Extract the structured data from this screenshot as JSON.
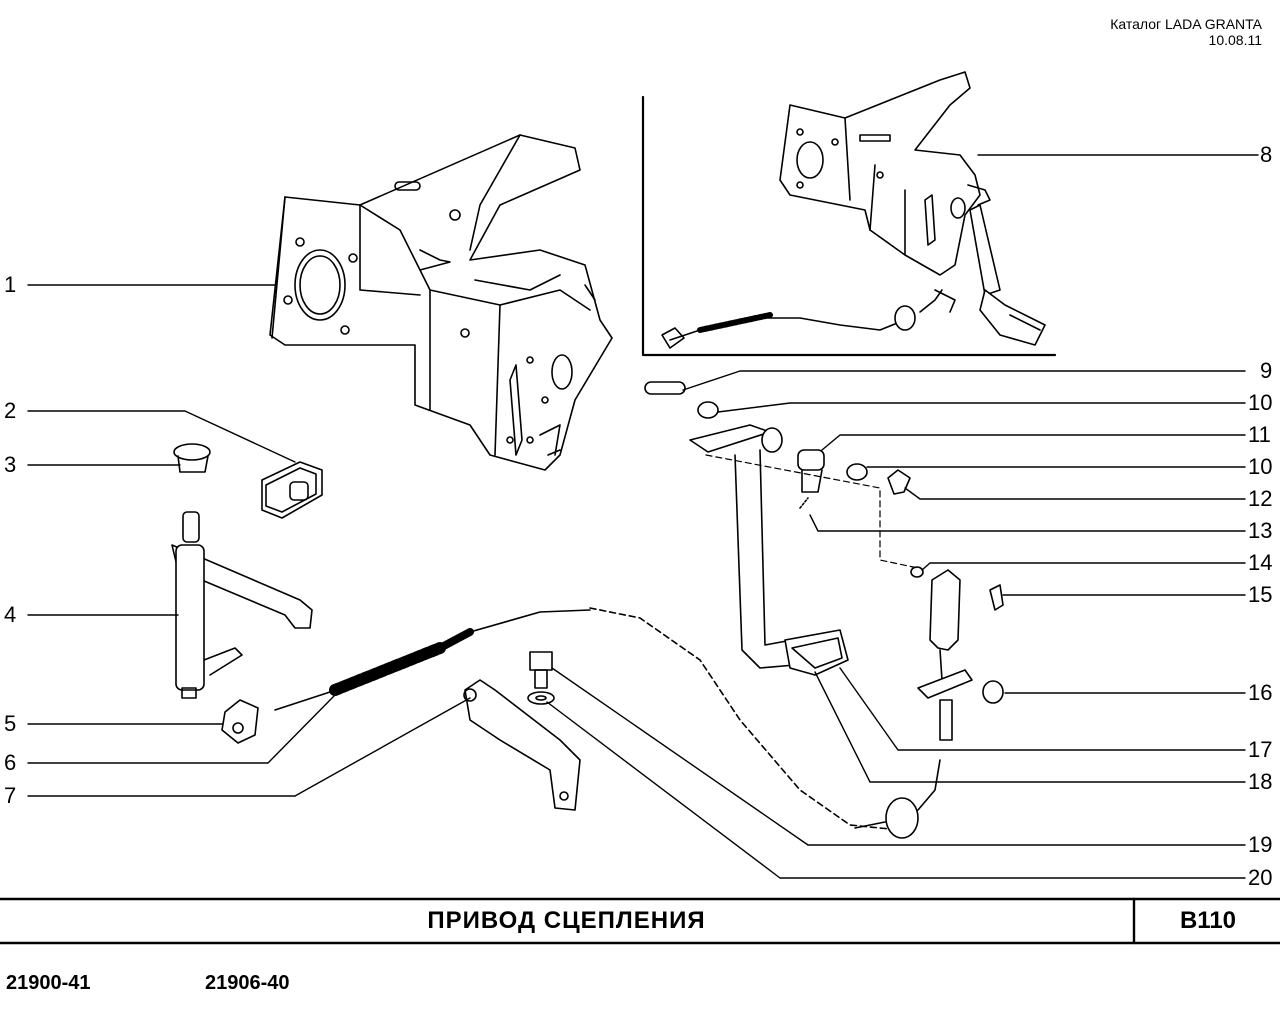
{
  "header": {
    "catalog": "Каталог LADA  GRANTA",
    "date": "10.08.11"
  },
  "callouts_left": [
    "1",
    "2",
    "3",
    "4",
    "5",
    "6",
    "7"
  ],
  "callouts_right": [
    "8",
    "9",
    "10",
    "11",
    "10",
    "12",
    "13",
    "14",
    "15",
    "16",
    "17",
    "18",
    "19",
    "20"
  ],
  "footer": {
    "title": "ПРИВОД   СЦЕПЛЕНИЯ",
    "code": "B110",
    "variants": [
      "21900-41",
      "21906-40"
    ]
  }
}
